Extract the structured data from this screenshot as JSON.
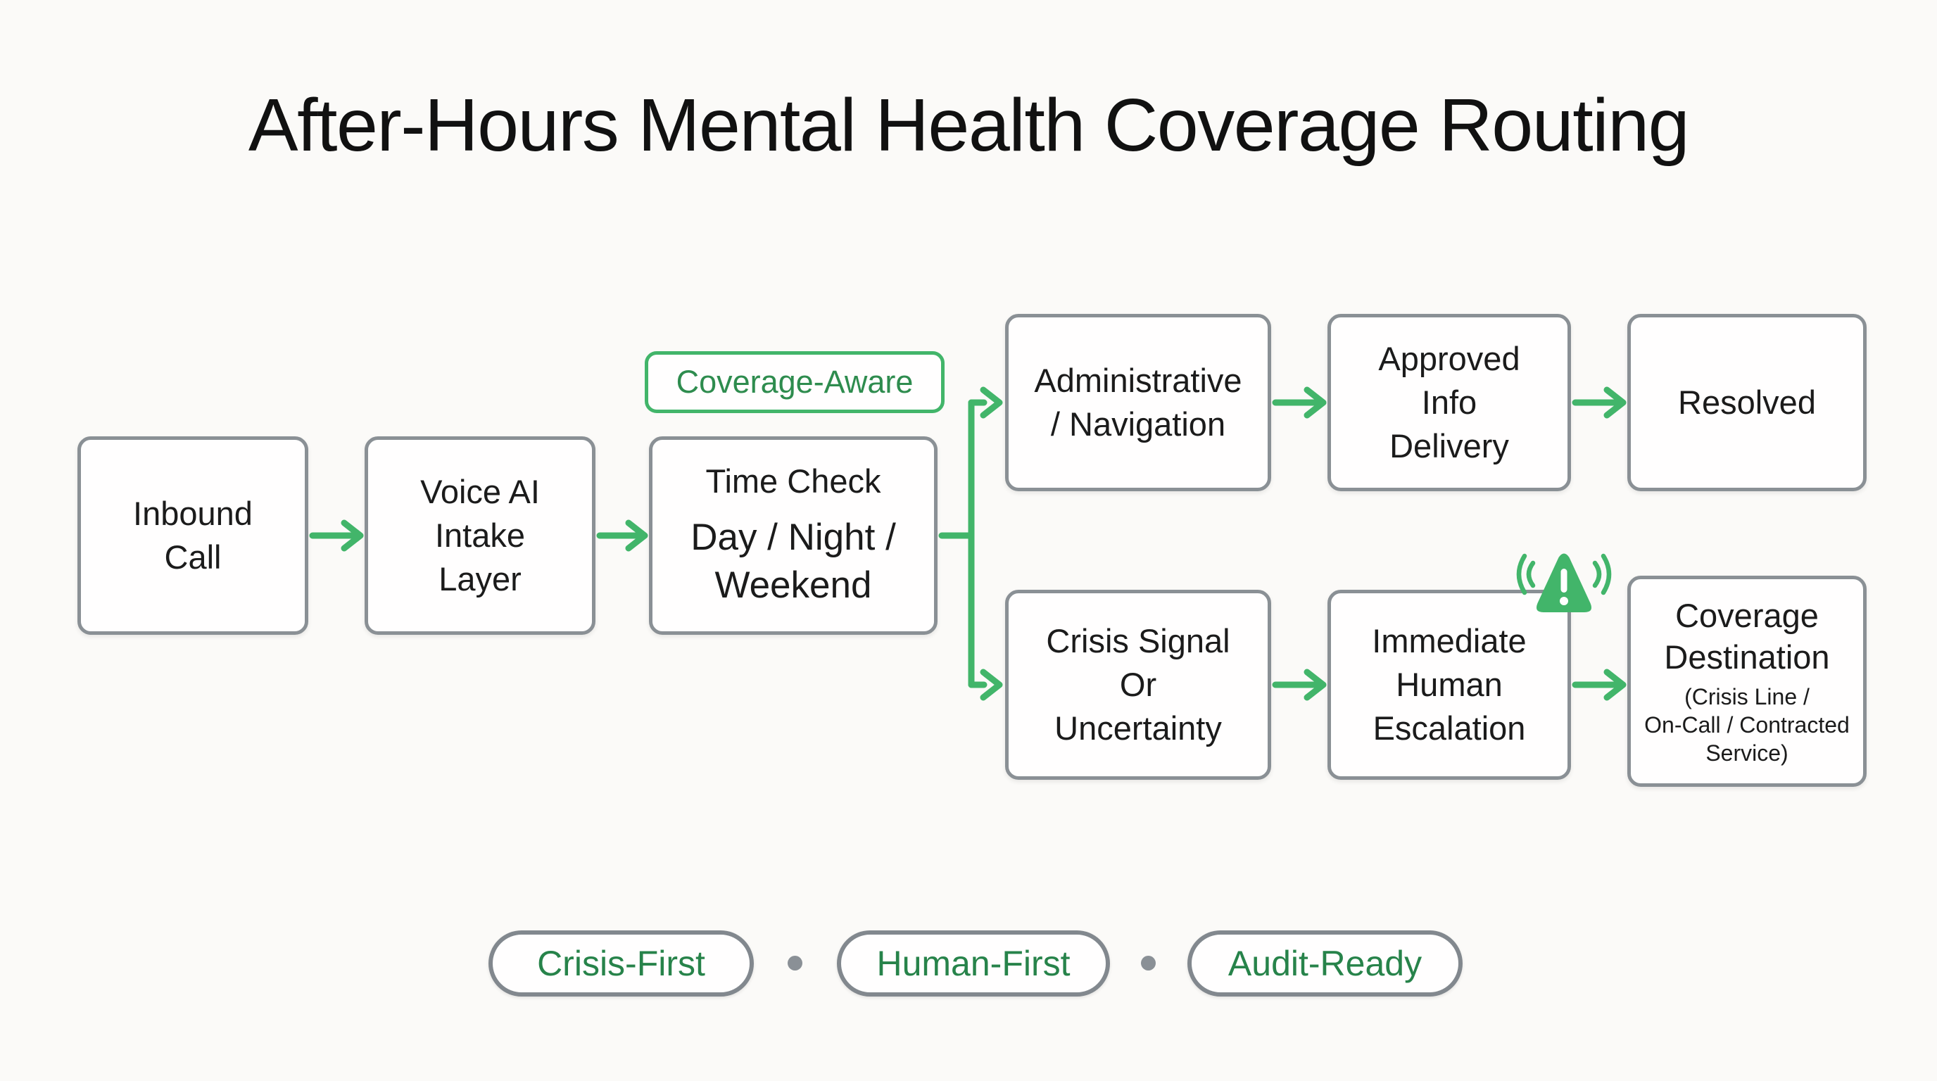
{
  "title": "After-Hours Mental Health Coverage Routing",
  "colors": {
    "background": "#fbfaf8",
    "accent_green": "#42b56a",
    "label_green": "#27834a",
    "coverage_aware_green": "#2e8c4e",
    "box_border_gray": "#8a9095",
    "pill_border_gray": "#82888e",
    "text_dark": "#1b1b1b",
    "dot_gray": "#8a9096"
  },
  "flow": {
    "coverage_aware_tag": "Coverage-Aware",
    "nodes": {
      "inbound_call": {
        "lines": [
          "Inbound",
          "Call"
        ]
      },
      "voice_ai_intake": {
        "lines": [
          "Voice AI",
          "Intake",
          "Layer"
        ]
      },
      "time_check": {
        "heading": "Time Check",
        "lines": [
          "Day / Night /",
          "Weekend"
        ]
      },
      "administrative": {
        "lines": [
          "Administrative",
          "/ Navigation"
        ]
      },
      "approved_info": {
        "lines": [
          "Approved",
          "Info",
          "Delivery"
        ]
      },
      "resolved": {
        "lines": [
          "Resolved"
        ]
      },
      "crisis_signal": {
        "lines": [
          "Crisis Signal",
          "Or",
          "Uncertainty"
        ]
      },
      "immediate_escalation": {
        "lines": [
          "Immediate",
          "Human",
          "Escalation"
        ]
      },
      "coverage_destination": {
        "lines": [
          "Coverage",
          "Destination"
        ],
        "sub_lines": [
          "(Crisis Line /",
          "On-Call / Contracted",
          "Service)"
        ]
      }
    },
    "alert_icon": "escalation-alert-icon"
  },
  "footer": {
    "badges": [
      "Crisis-First",
      "Human-First",
      "Audit-Ready"
    ]
  }
}
